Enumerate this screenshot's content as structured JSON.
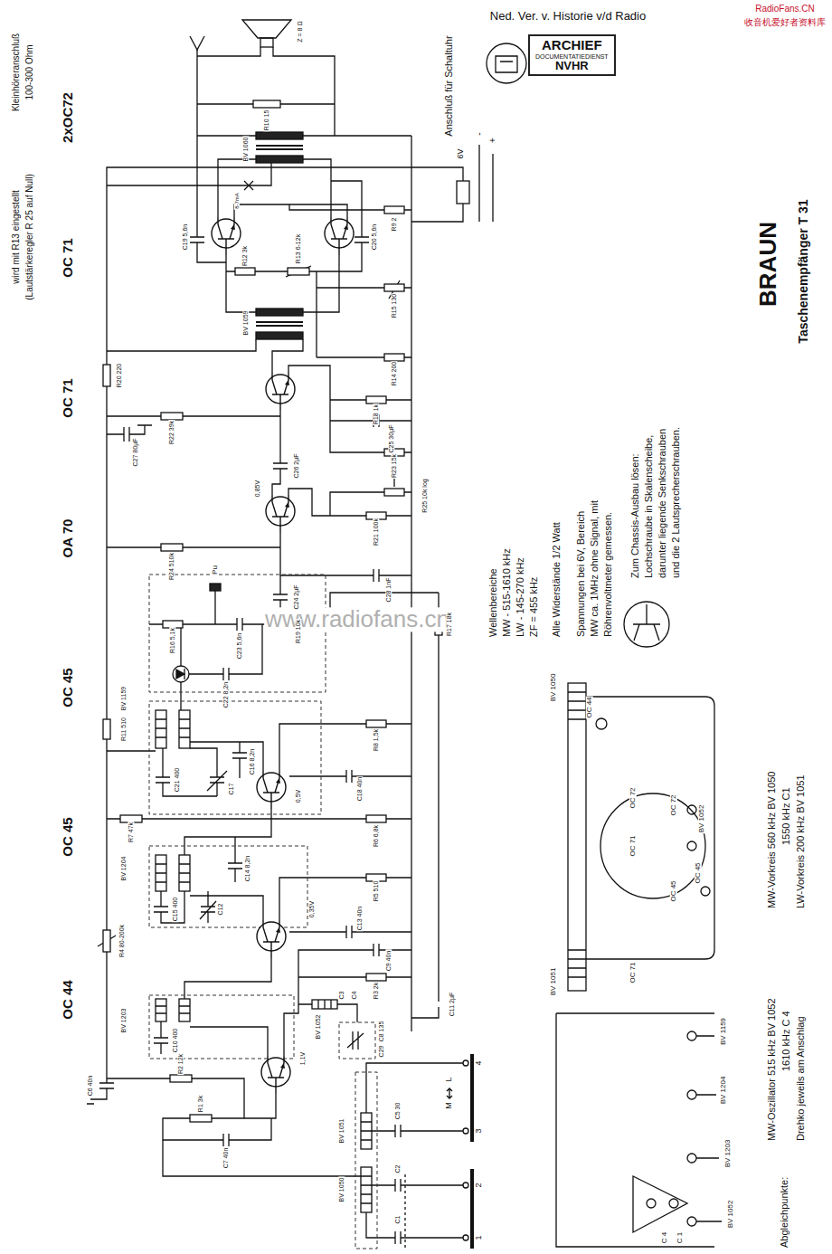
{
  "diagram": {
    "title": "Taschenempfänger T 31",
    "nodes": [
      {
        "text": [
          "ARCHIEF",
          "DOCUMENTATIEDIENST",
          "NVHR"
        ]
      }
    ],
    "labels": [
      "Kleinhöreranschluß",
      "100-300 Ohm",
      "wird mit R13 eingestellt",
      "(Lautstärkeregler R 25 auf Null)",
      "OC 44",
      "OC 45",
      "OC 45",
      "OA 70",
      "OC 71",
      "OC 71",
      "2xOC72",
      "Ned. Ver. v. Historie v/d Radio",
      "RadioFans.CN",
      "收音机爱好者资料库",
      "www.radiofans.cn",
      "Anschluß für Schaltuhr",
      "6V",
      "-",
      "+",
      "Z = 8 Ω",
      "R10 15",
      "BV 1060",
      "8-7mA",
      "C19 5,6n",
      "R12 3k",
      "R13 6-12k",
      "C20 5,6n",
      "R9 2",
      "R15 130",
      "R14 200",
      "R20 220",
      "R22 39k",
      "BV 1059",
      "R18 1k",
      "C25 30µF",
      "R23 15k",
      "C26 2µF",
      "C27 80µF",
      "0,85V",
      "R24 510k",
      "R21 100k",
      "R25 10k log",
      "C24 2µF",
      "C28 1nF",
      "R19 10k",
      "Pu",
      "R17 18k",
      "R16 5,1k",
      "C23 5,6n",
      "C22 8,2n",
      "BV 1159",
      "R11 510",
      "C16 8,2n",
      "C21 400",
      "C17",
      "0,5V",
      "R8 1,5k",
      "C18 40n",
      "R7 47k",
      "R6 6,8k",
      "BV 1204",
      "C14 8,2n",
      "C15 400",
      "R5 510",
      "C12",
      "0,35V",
      "C13 40n",
      "R4 80-200k",
      "BV 1203",
      "C10 400",
      "C11 2µF",
      "C9 40n",
      "R3 2k",
      "1,1V",
      "C6 40n",
      "R2 12k",
      "R1 3k",
      "C7 40n",
      "BV 1052",
      "C3",
      "C4",
      "C8 135",
      "C29",
      "BV 1051",
      "BV 1050",
      "C1",
      "C2",
      "C5 30",
      "1",
      "2",
      "3",
      "4",
      "M",
      "L",
      "Wellenbereiche",
      "MW - 515-1610 kHz",
      "LW - 145-270 kHz",
      "ZF = 455 kHz",
      "Alle Widerstände 1/2 Watt",
      "Spannungen bei 6V, Bereich",
      "MW ca. 1MHz ohne Signal, mit",
      "Röhrenvoltmeter gemessen.",
      "Zum Chassis-Ausbau lösen:",
      "Lochschraube in Skalenscheibe,",
      "darunter liegende Senkschrauben",
      "und die 2 Lautsprecherschrauben.",
      "BRAUN",
      "MW-Vorkreis 560 kHz BV 1050",
      "1550 kHz C1",
      "LW-Vorkreis 200 kHz BV 1051",
      "Abgleichpunkte:",
      "MW-Oszillator 515 kHz BV 1052",
      "1610 kHz C 4",
      "Drehko jeweils am Anschlag",
      "BV 1050",
      "OC 44",
      "OC 72",
      "OC 71",
      "OC 72",
      "BV 1052",
      "OC 45",
      "OC 45",
      "OC 71",
      "BV 1051",
      "BV 1159",
      "BV 1204",
      "BV 1203",
      "BV 1052",
      "C 4",
      "C 1"
    ]
  }
}
